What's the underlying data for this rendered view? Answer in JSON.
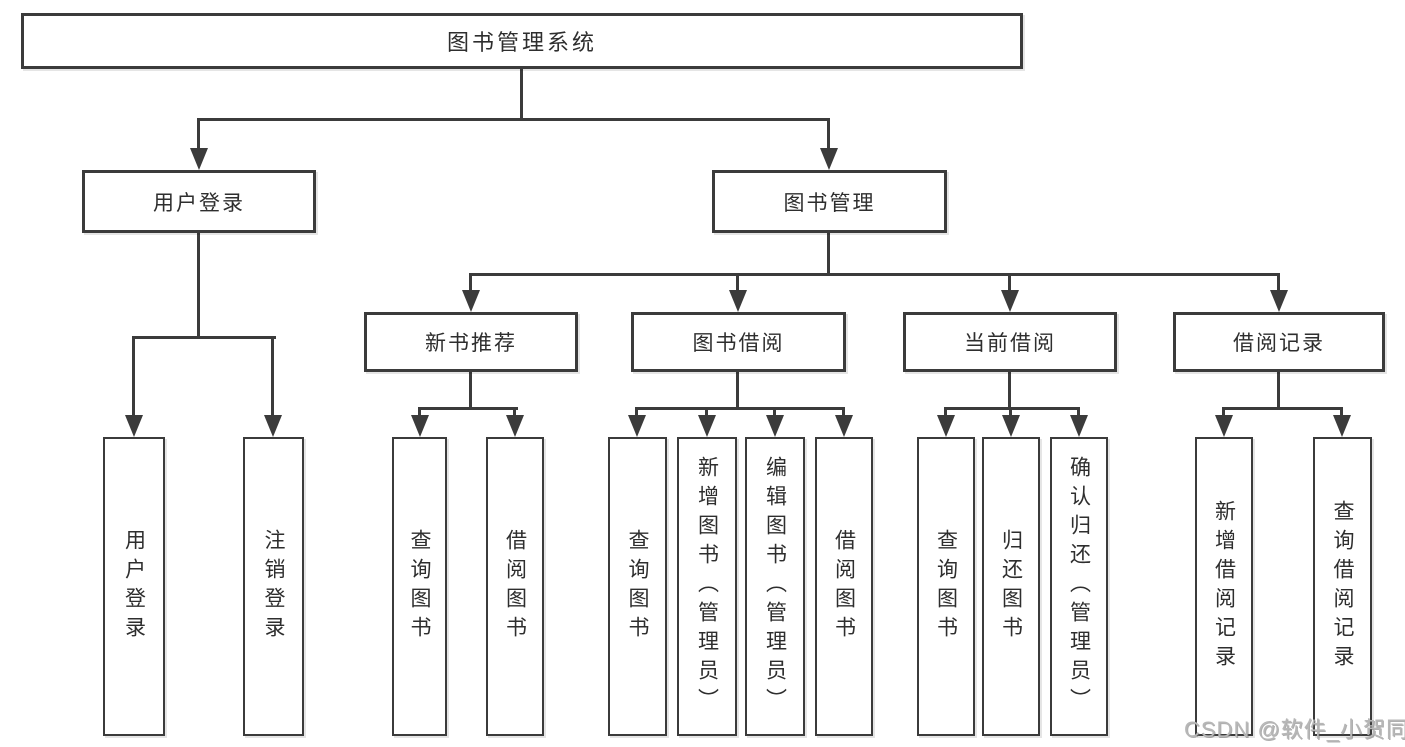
{
  "diagram": {
    "type": "hierarchy-tree",
    "colors": {
      "line": "#3b3b3b",
      "box_border": "#3b3b3b",
      "box_background": "#ffffff",
      "text": "#2e2e2e",
      "watermark": "#b7b7b7"
    },
    "watermark": "CSDN @软件_小贺同学"
  },
  "tree": {
    "root": {
      "label": "图书管理系统",
      "children": [
        {
          "label": "用户登录",
          "children": [
            {
              "label": "用户登录"
            },
            {
              "label": "注销登录"
            }
          ]
        },
        {
          "label": "图书管理",
          "children": [
            {
              "label": "新书推荐",
              "children": [
                {
                  "label": "查询图书"
                },
                {
                  "label": "借阅图书"
                }
              ]
            },
            {
              "label": "图书借阅",
              "children": [
                {
                  "label": "查询图书"
                },
                {
                  "label": "新增图书（管理员）"
                },
                {
                  "label": "编辑图书（管理员）"
                },
                {
                  "label": "借阅图书"
                }
              ]
            },
            {
              "label": "当前借阅",
              "children": [
                {
                  "label": "查询图书"
                },
                {
                  "label": "归还图书"
                },
                {
                  "label": "确认归还（管理员）"
                }
              ]
            },
            {
              "label": "借阅记录",
              "children": [
                {
                  "label": "新增借阅记录"
                },
                {
                  "label": "查询借阅记录"
                }
              ]
            }
          ]
        }
      ]
    }
  }
}
